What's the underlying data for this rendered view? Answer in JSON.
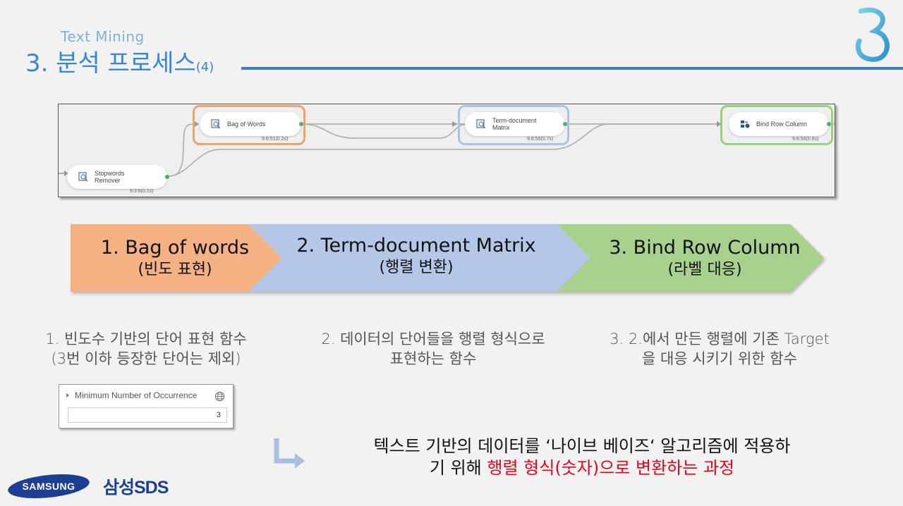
{
  "header": {
    "subtitle": "Text Mining",
    "title_main": "3. 분석 프로세스",
    "title_suffix": "(4)"
  },
  "workflow": {
    "nodes": [
      {
        "label_l1": "Stopwords",
        "label_l2": "Remover",
        "time": "9:3:8(0.1s)",
        "icon": "text-doc-icon"
      },
      {
        "label_l1": "Bag of Words",
        "label_l2": "",
        "time": "9:6:51(0.2s)",
        "icon": "text-doc-icon"
      },
      {
        "label_l1": "Term-document",
        "label_l2": "Matrix",
        "time": "9:6:56(0.7s)",
        "icon": "text-doc-icon"
      },
      {
        "label_l1": "Bind Row Column",
        "label_l2": "",
        "time": "9:6:56(0.8s)",
        "icon": "bind-icon"
      }
    ],
    "highlight_colors": [
      "#f0a26e",
      "#a8c2e6",
      "#9ccf7c"
    ]
  },
  "stages": [
    {
      "l1": "1. Bag of words",
      "l2": "(빈도 표현)",
      "color": "#f4b183"
    },
    {
      "l1": "2. Term-document Matrix",
      "l2": "(행렬 변환)",
      "color": "#b4c7e7"
    },
    {
      "l1": "3. Bind Row Column",
      "l2": "(라벨 대응)",
      "color": "#a9d18e"
    }
  ],
  "descriptions": [
    {
      "l1": "1.   빈도수 기반의 단어 표현 함수",
      "l2": "(3번 이하 등장한 단어는 제외)"
    },
    {
      "l1": "2. 데이터의 단어들을 행렬 형식으로",
      "l2": "표현하는 함수"
    },
    {
      "l1": "3. 2.에서 만든 행렬에 기존 Target",
      "l2": "을 대응 시키기 위한 함수"
    }
  ],
  "param_box": {
    "label": "Minimum Number of Occurrence",
    "value": "3"
  },
  "note": {
    "l1": "텍스트 기반의 데이터를 ‘나이브 베이즈‘ 알고리즘에 적용하",
    "l2_plain": "기 위해 ",
    "l2_red": "행렬 형식(숫자)으로 변환하는 과정"
  },
  "footer": {
    "samsung": "SAMSUNG",
    "sds": "삼성SDS"
  },
  "colors": {
    "title_blue": "#3a86d4",
    "rule_blue": "#3a7fc8",
    "note_red": "#e3001b"
  }
}
